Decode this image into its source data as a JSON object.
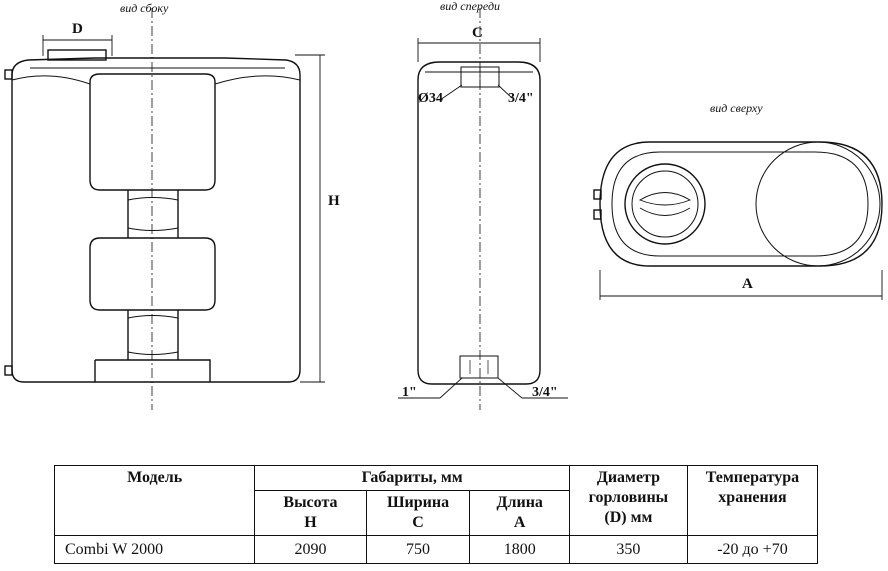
{
  "views": {
    "side_caption": "вид сбоку",
    "front_caption": "вид спереди",
    "top_caption": "вид сверху"
  },
  "dims": {
    "D": "D",
    "H": "H",
    "C": "C",
    "A": "A",
    "neck_dia": "Ø34",
    "thread_top": "3/4\"",
    "thread_bottom_left": "1\"",
    "thread_bottom_right": "3/4\""
  },
  "table": {
    "headers": {
      "model": "Модель",
      "dimensions": "Габариты, мм",
      "height_line1": "Высота",
      "height_line2": "H",
      "width_line1": "Ширина",
      "width_line2": "C",
      "length_line1": "Длина",
      "length_line2": "A",
      "diameter_line1": "Диаметр",
      "diameter_line2": "горловины",
      "diameter_line3": "(D) мм",
      "temp_line1": "Температура",
      "temp_line2": "хранения"
    },
    "row": {
      "model": "Combi W 2000",
      "height": "2090",
      "width": "750",
      "length": "1800",
      "diameter": "350",
      "temp": "-20 до +70"
    }
  }
}
